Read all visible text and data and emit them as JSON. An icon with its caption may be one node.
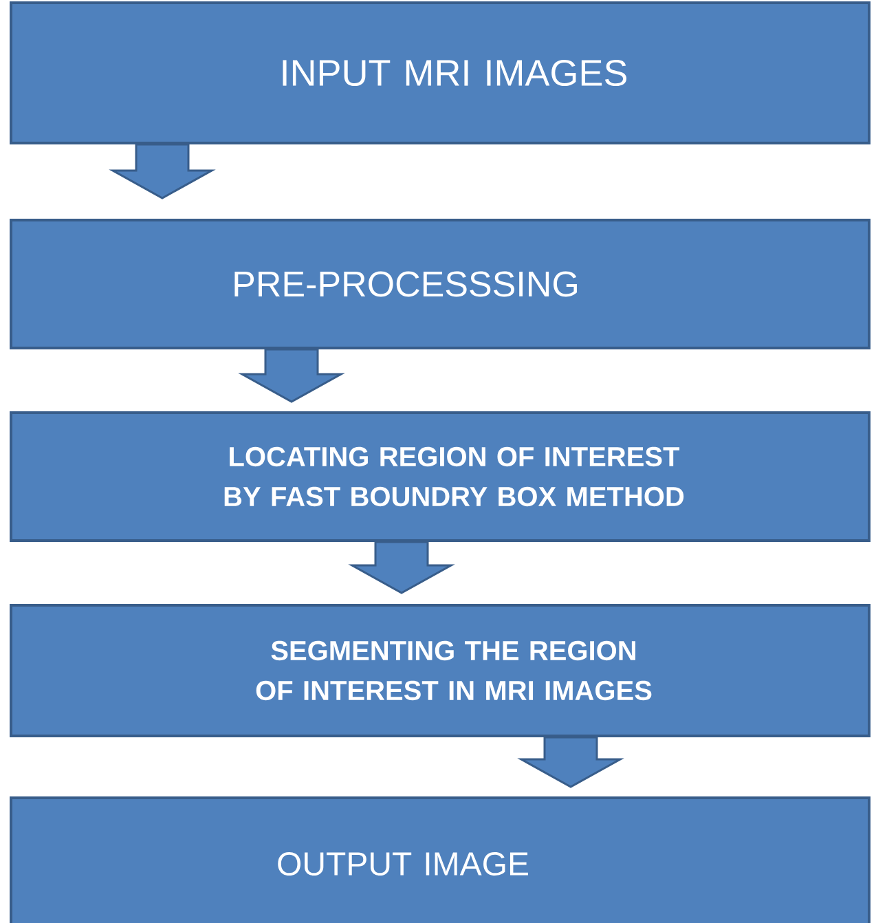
{
  "diagram": {
    "nodes": [
      {
        "text": [
          "INPUT MRI IMAGES"
        ]
      },
      {
        "text": [
          "PRE-PROCESSSING"
        ]
      },
      {
        "text": [
          "LOCATING REGION OF INTEREST BY FAST BOUNDRY BOX METHOD"
        ]
      },
      {
        "text": [
          "SEGMENTING THE REGION OF INTEREST IN MRI IMAGES"
        ]
      },
      {
        "text": [
          "OUTPUT IMAGE"
        ]
      }
    ],
    "edges": [
      {
        "from": 0,
        "to": 1,
        "arrow": "to"
      },
      {
        "from": 1,
        "to": 2,
        "arrow": "to"
      },
      {
        "from": 2,
        "to": 3,
        "arrow": "to"
      },
      {
        "from": 3,
        "to": 4,
        "arrow": "to"
      }
    ]
  }
}
